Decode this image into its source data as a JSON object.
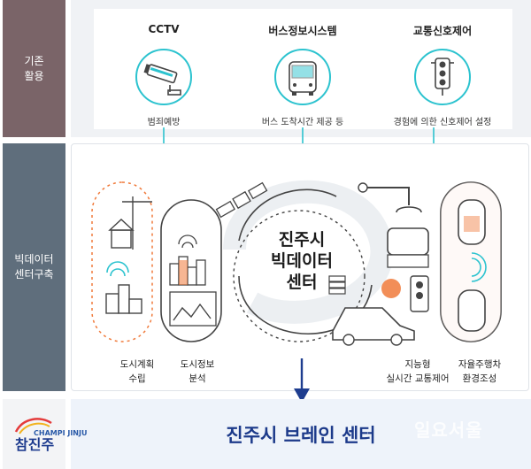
{
  "sidebar": {
    "existing": "기존\n활용",
    "bigdata": "빅데이터\n센터구축"
  },
  "cards": [
    {
      "title": "CCTV",
      "desc": "범죄예방",
      "icon": "cctv-icon"
    },
    {
      "title": "버스정보시스템",
      "desc": "버스 도착시간 제공 등",
      "icon": "bus-icon"
    },
    {
      "title": "교통신호제어",
      "desc": "경험에 의한 신호제어 설정",
      "icon": "traffic-light-icon"
    }
  ],
  "center": {
    "title": "진주시\n빅데이터\n센터"
  },
  "labels": {
    "urban_planning": "도시계획\n수립",
    "urban_info": "도시정보\n분석",
    "smart_traffic": "지능형\n실시간 교통제어",
    "autonomous": "자율주행차\n환경조성"
  },
  "bottom": {
    "title": "진주시 브레인 센터",
    "logo_main": "참진주",
    "logo_small": "CHAMPI JINJU",
    "watermark": "일요서울"
  },
  "colors": {
    "arrow_cyan": "#2cc3cf",
    "arrow_navy": "#1e3d8f",
    "accent_orange": "#f07a3b"
  }
}
